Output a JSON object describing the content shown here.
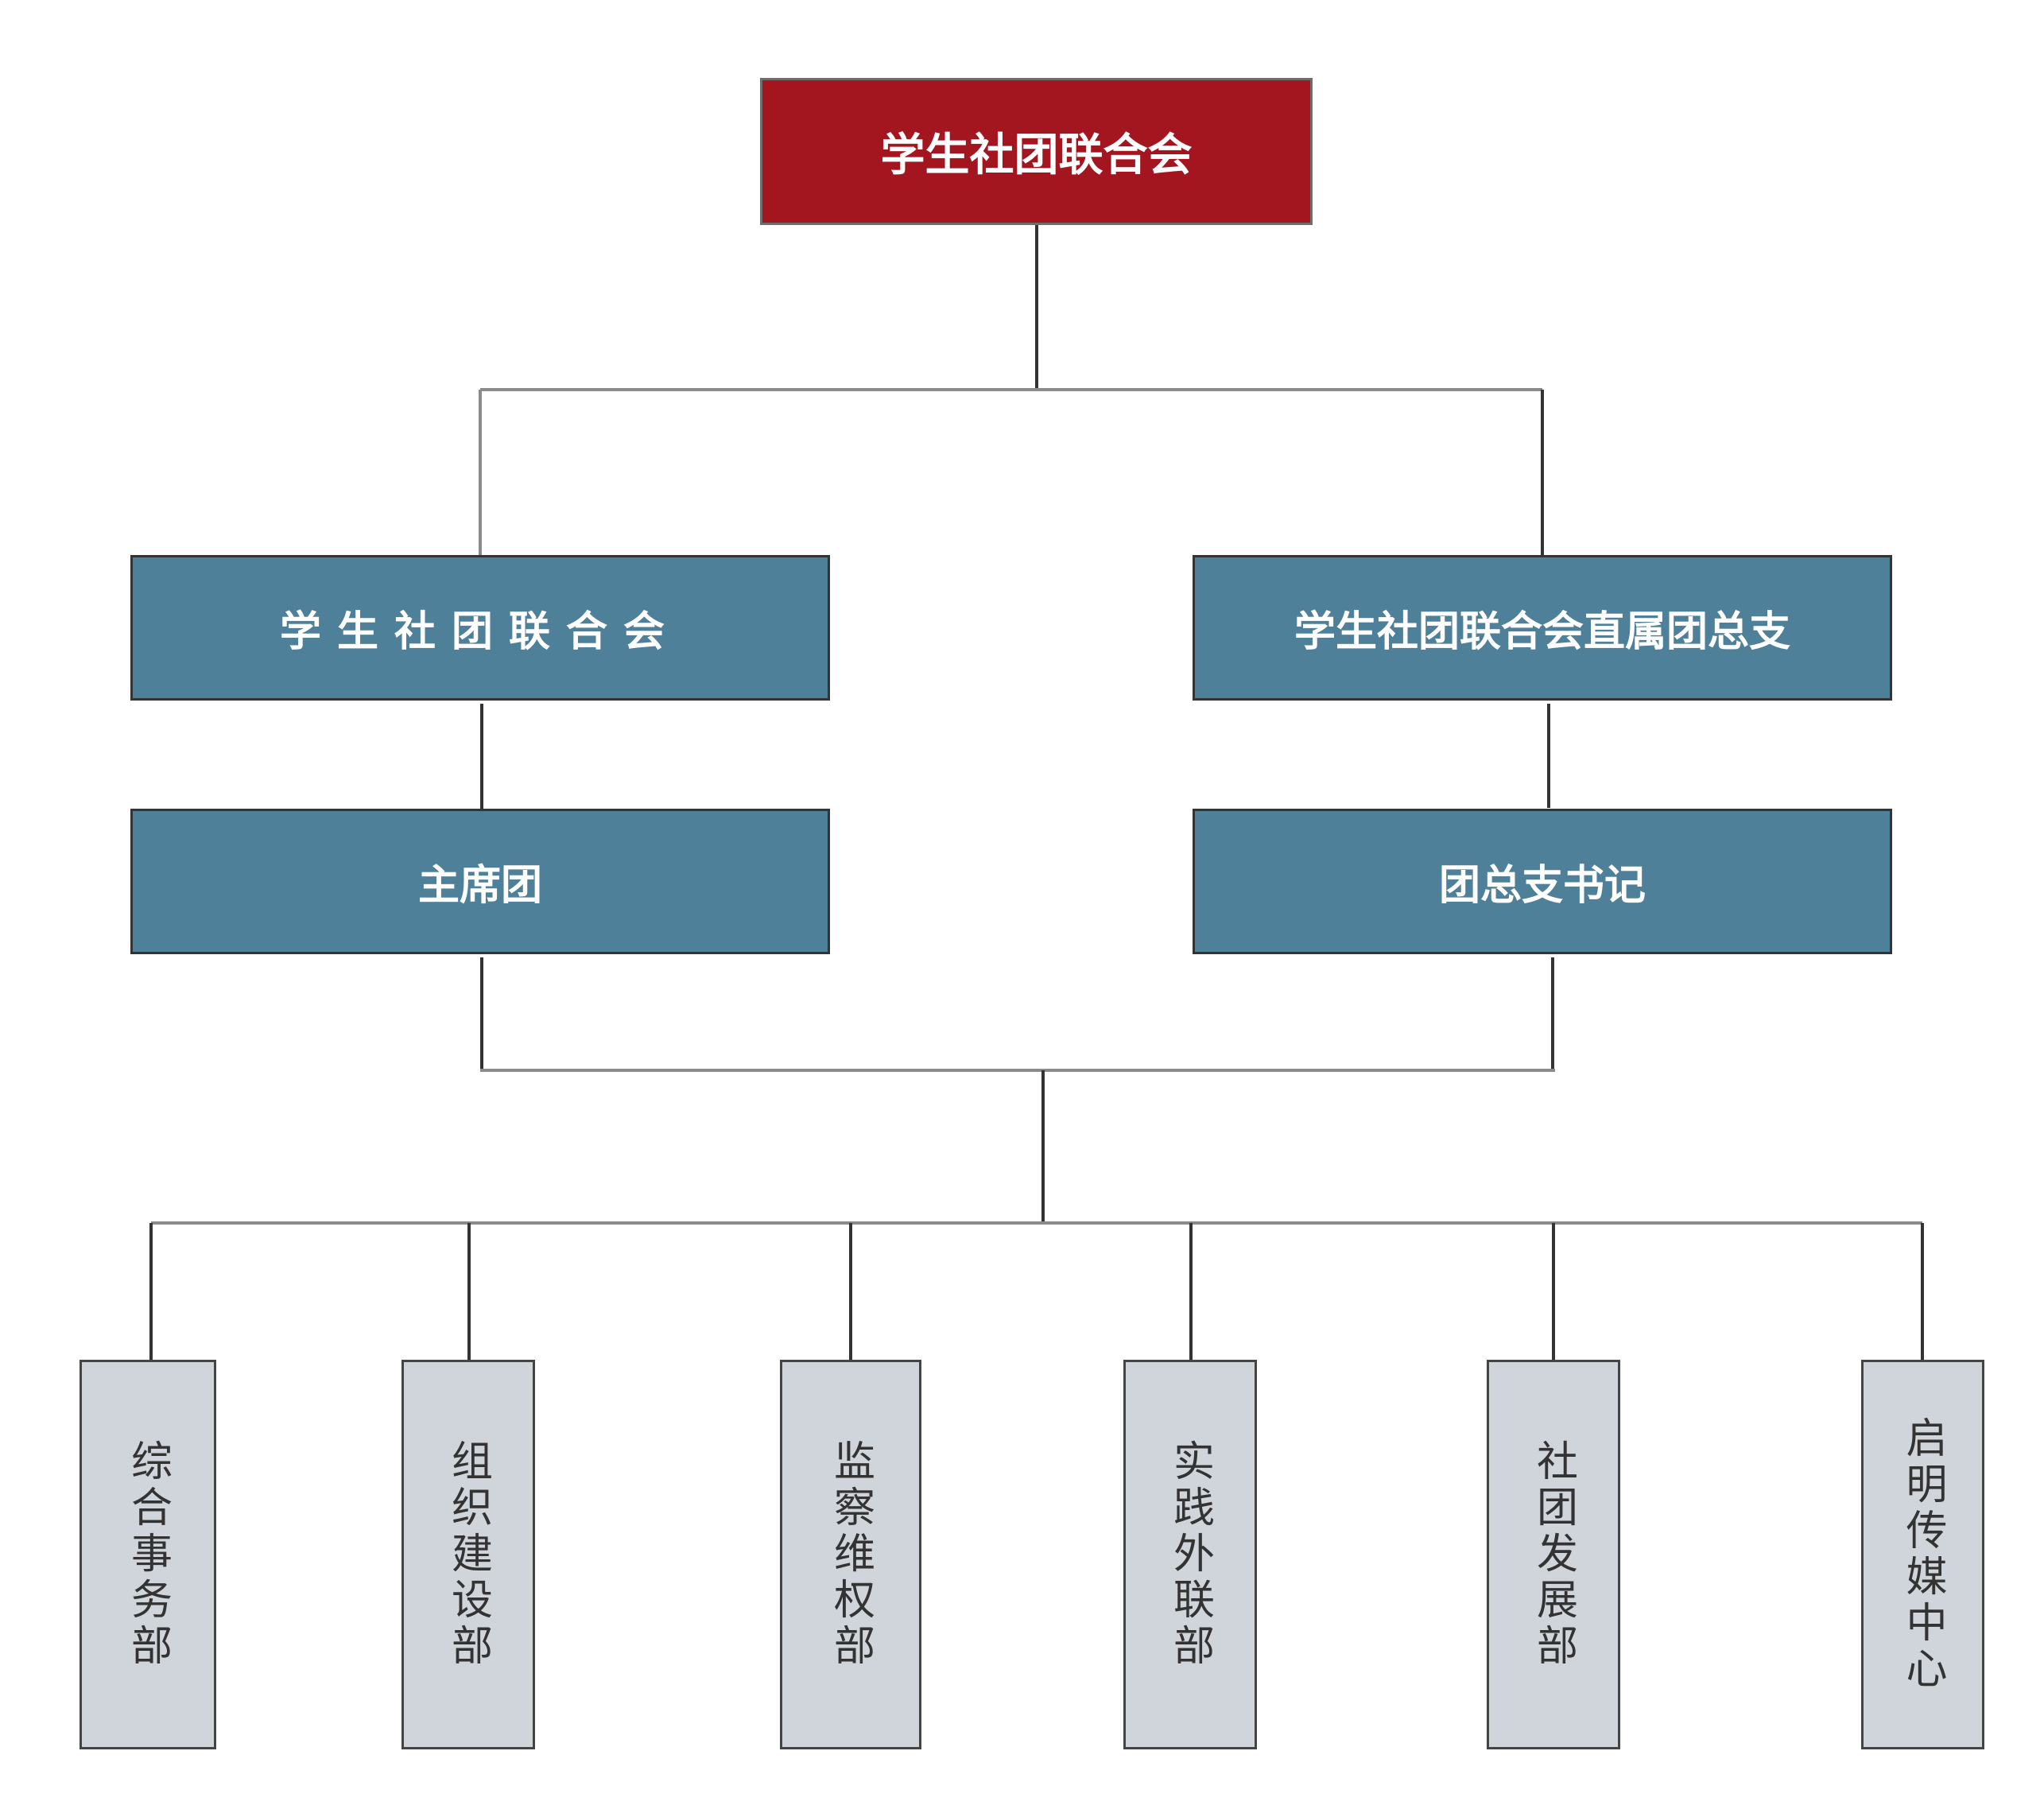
{
  "colors": {
    "root_fill": "#a3161f",
    "mid_fill": "#4f8099",
    "leaf_fill": "#d0d5dc",
    "line": "#333333"
  },
  "root": {
    "label": "学生社团联合会"
  },
  "left_branch": {
    "title": "学生社团联合会",
    "sub": "主席团"
  },
  "right_branch": {
    "title": "学生社团联合会直属团总支",
    "sub": "团总支书记"
  },
  "departments": [
    {
      "label": "综合事务部"
    },
    {
      "label": "组织建设部"
    },
    {
      "label": "监察维权部"
    },
    {
      "label": "实践外联部"
    },
    {
      "label": "社团发展部"
    },
    {
      "label": "启明传媒中心"
    }
  ]
}
